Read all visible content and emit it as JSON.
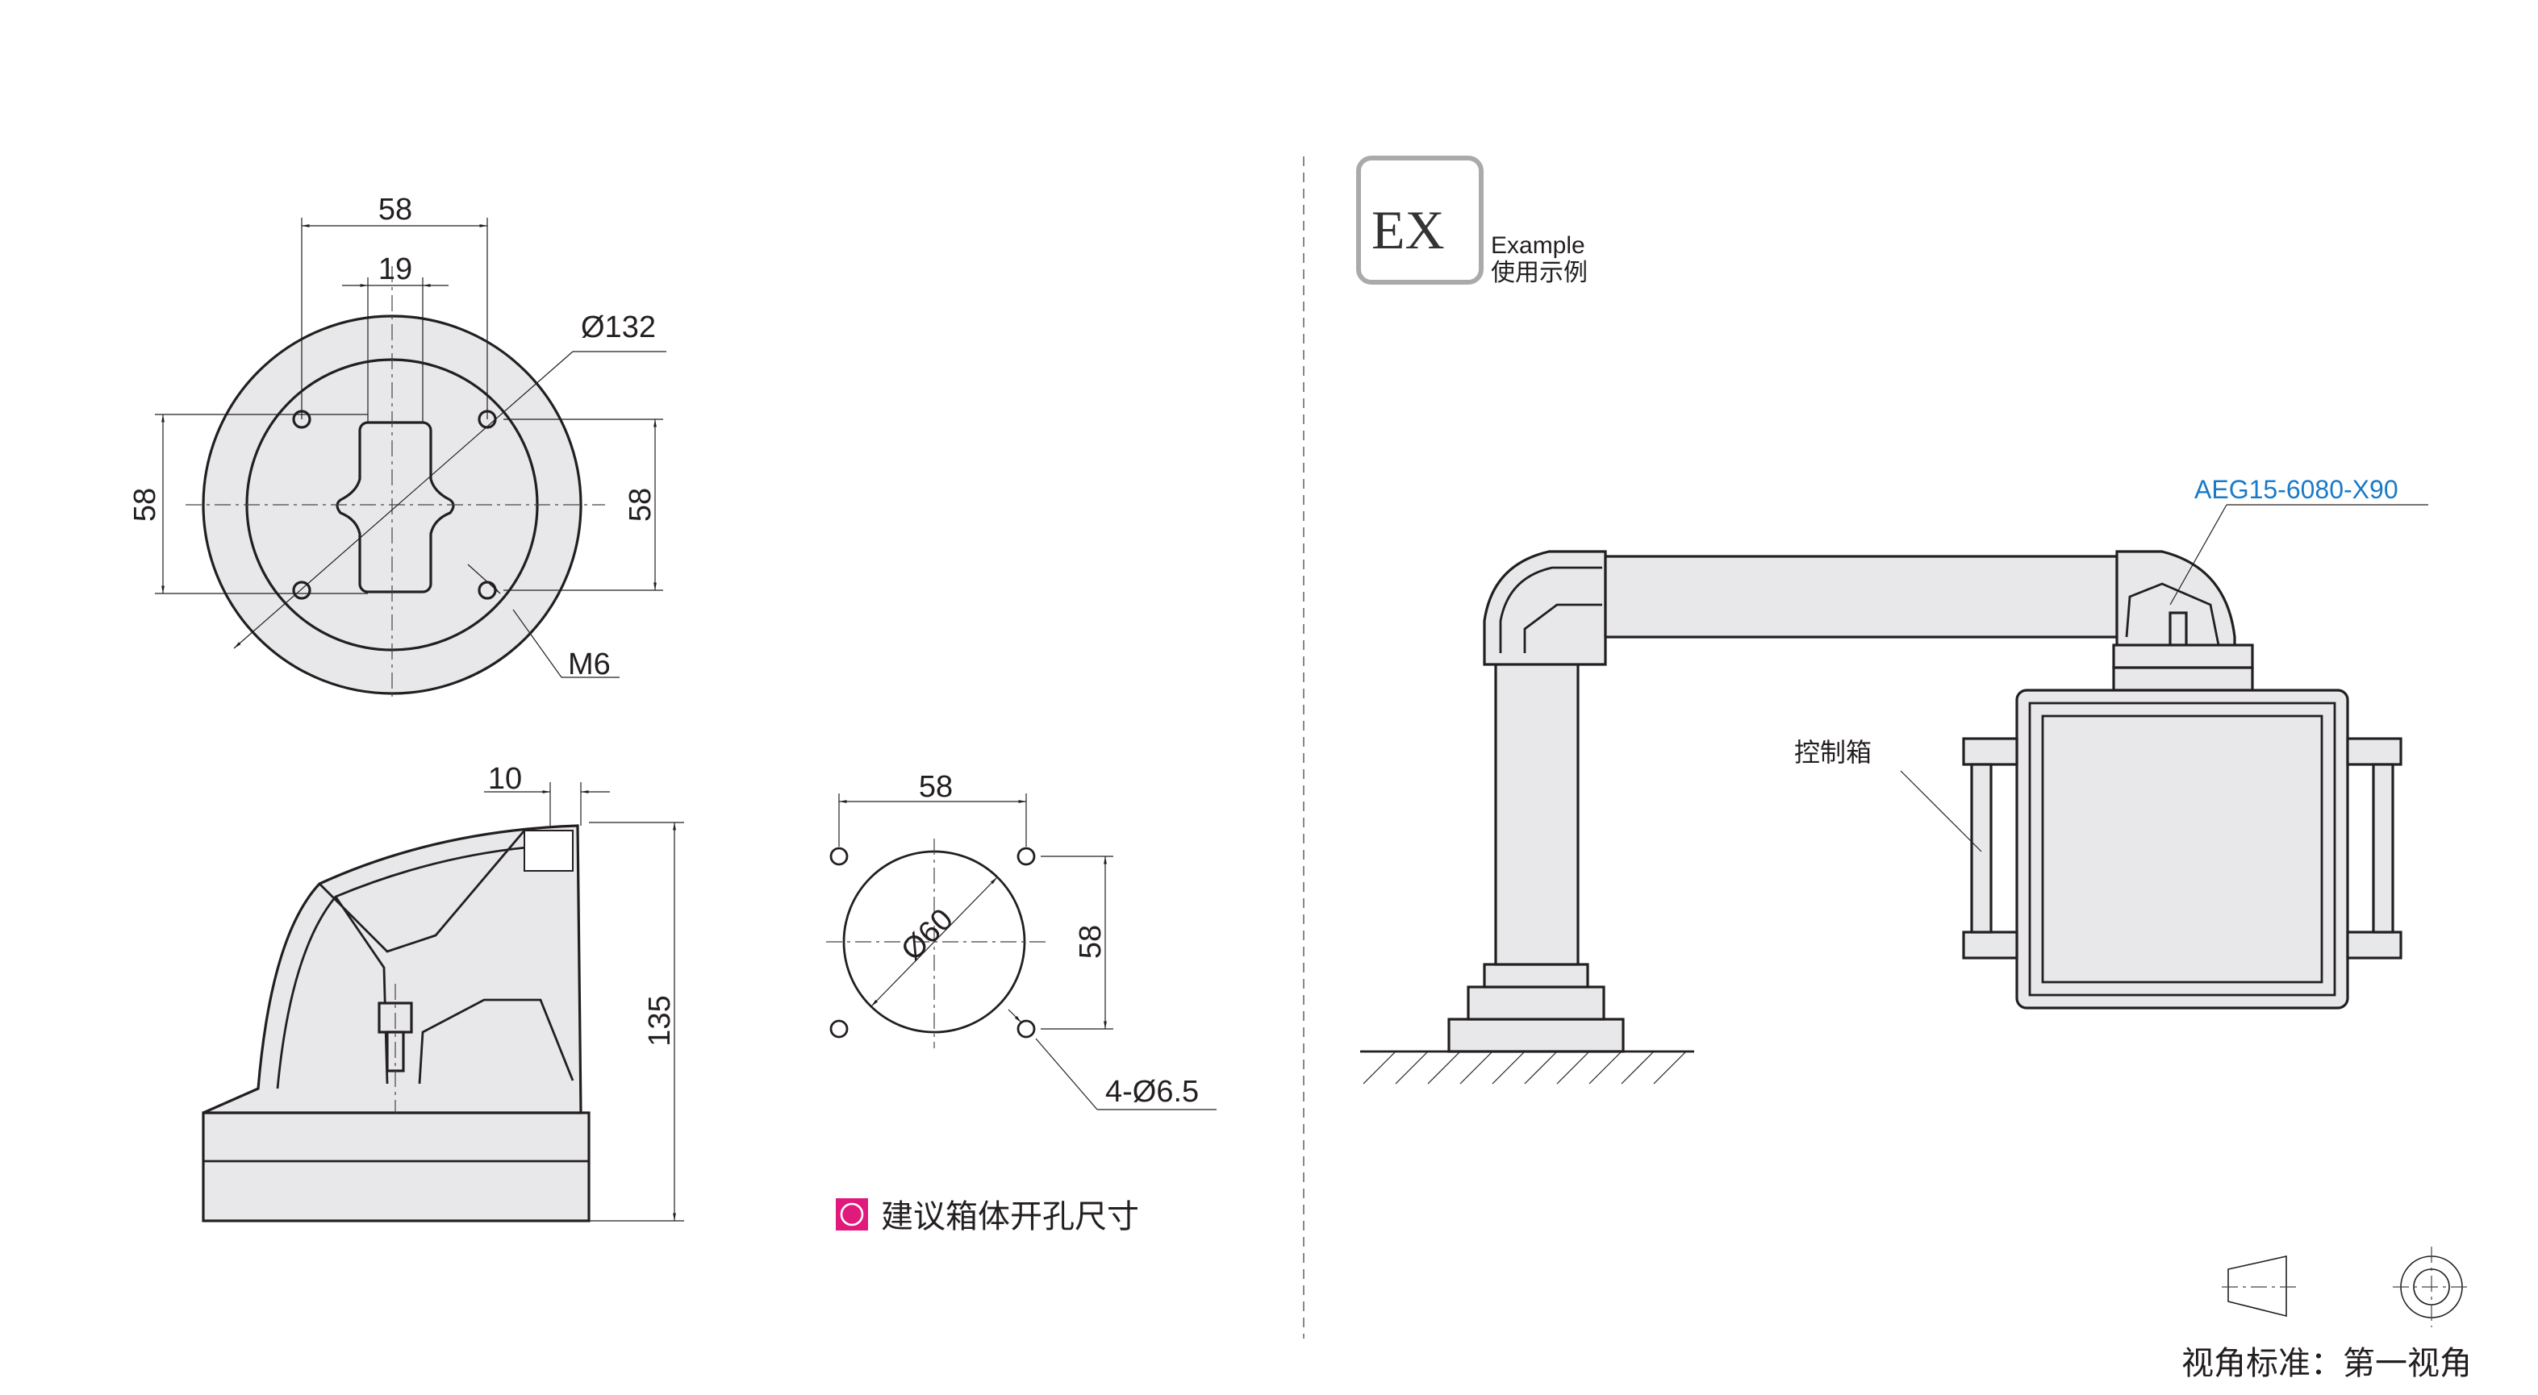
{
  "top_view": {
    "dim_58_top": "58",
    "dim_19": "19",
    "dim_diameter": "Ø132",
    "dim_58_left": "58",
    "dim_58_right": "58",
    "thread_label": "M6"
  },
  "side_view": {
    "dim_10": "10",
    "dim_135": "135"
  },
  "hole_pattern": {
    "dim_58_top": "58",
    "dim_58_right": "58",
    "dim_diameter": "Ø60",
    "hole_label": "4-Ø6.5",
    "legend_text": "建议箱体开孔尺寸",
    "legend_color": "#e0197d"
  },
  "example": {
    "badge": "EX",
    "title_en": "Example",
    "title_cn": "使用示例",
    "part_label": "AEG15-6080-X90",
    "part_label_color": "#1a7ac8",
    "box_label": "控制箱"
  },
  "projection": {
    "label": "视角标准：第一视角"
  }
}
